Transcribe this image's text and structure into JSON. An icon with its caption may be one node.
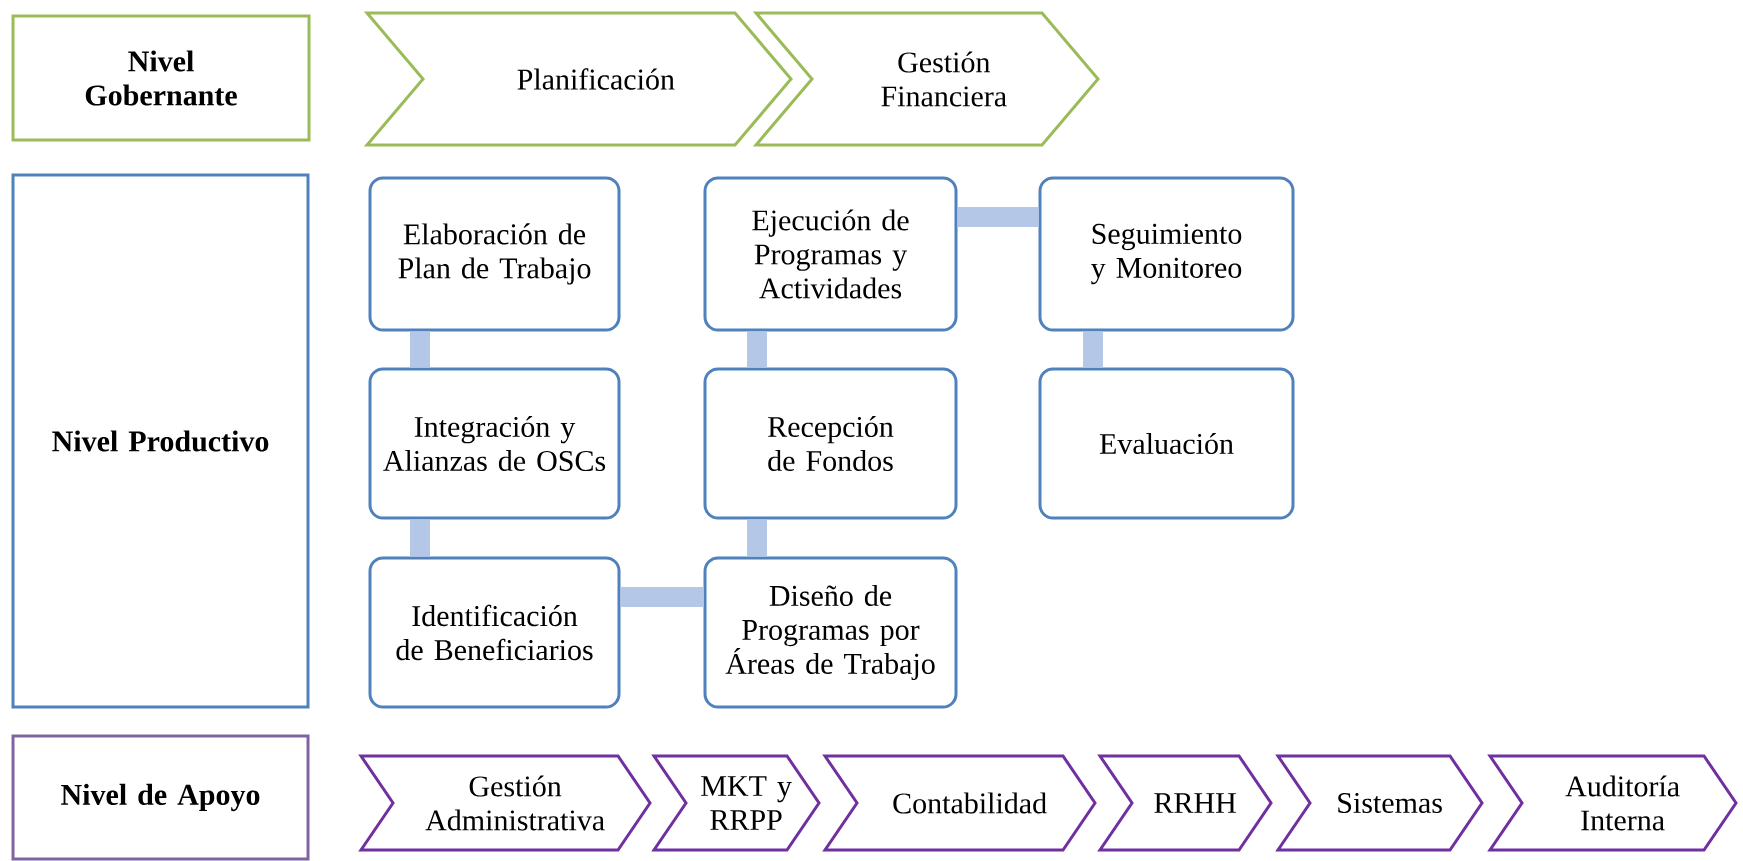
{
  "diagram": {
    "nodes": [
      {
        "text": [
          "Nivel Gobernante"
        ]
      },
      {
        "text": [
          "Planificación"
        ]
      },
      {
        "text": [
          "Gestión Financiera"
        ]
      },
      {
        "text": [
          "Nivel Productivo"
        ]
      },
      {
        "text": [
          "Elaboración de Plan de Trabajo"
        ]
      },
      {
        "text": [
          "Ejecución de Programas y Actividades"
        ]
      },
      {
        "text": [
          "Seguimiento y Monitoreo"
        ]
      },
      {
        "text": [
          "Integración y Alianzas de OSCs"
        ]
      },
      {
        "text": [
          "Recepción de Fondos"
        ]
      },
      {
        "text": [
          "Evaluación"
        ]
      },
      {
        "text": [
          "Identificación de Beneficiarios"
        ]
      },
      {
        "text": [
          "Diseño de Programas por Áreas de Trabajo"
        ]
      },
      {
        "text": [
          "Nivel de Apoyo"
        ]
      },
      {
        "text": [
          "Gestión Administrativa"
        ]
      },
      {
        "text": [
          "MKT y RRPP"
        ]
      },
      {
        "text": [
          "Contabilidad"
        ]
      },
      {
        "text": [
          "RRHH"
        ]
      },
      {
        "text": [
          "Sistemas"
        ]
      },
      {
        "text": [
          "Auditoría Interna"
        ]
      }
    ],
    "edges": [
      {
        "from": 4,
        "to": 7,
        "arrow": "none"
      },
      {
        "from": 7,
        "to": 10,
        "arrow": "none"
      },
      {
        "from": 10,
        "to": 11,
        "arrow": "none"
      },
      {
        "from": 11,
        "to": 8,
        "arrow": "none"
      },
      {
        "from": 8,
        "to": 5,
        "arrow": "none"
      },
      {
        "from": 5,
        "to": 6,
        "arrow": "none"
      },
      {
        "from": 6,
        "to": 9,
        "arrow": "none"
      }
    ]
  }
}
